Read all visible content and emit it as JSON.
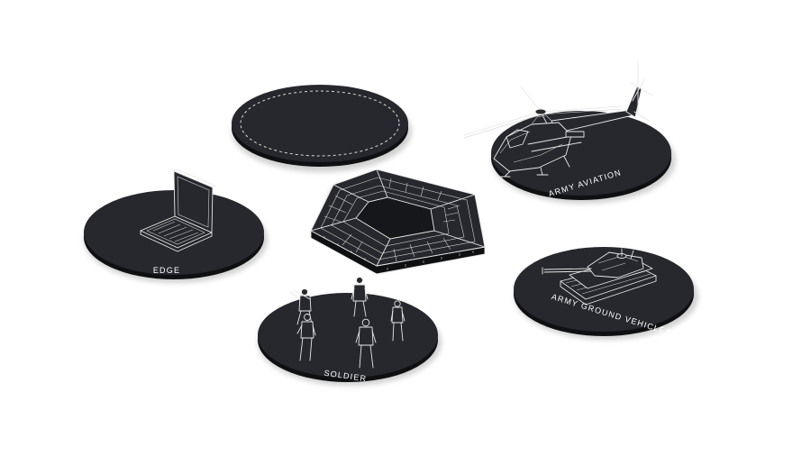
{
  "platforms": {
    "center": {
      "label": ""
    },
    "edge": {
      "label": "EDGE",
      "icon": "laptop-icon"
    },
    "soldier": {
      "label": "SOLDIER",
      "icon": "soldier-icon"
    },
    "aviation": {
      "label": "ARMY AVIATION",
      "icon": "helicopter-icon"
    },
    "ground": {
      "label": "ARMY GROUND VEHICLES",
      "icon": "tank-icon"
    },
    "empty": {
      "label": "",
      "icon": ""
    }
  },
  "colors": {
    "platform_top": "#26282d",
    "platform_side": "#0f1012",
    "line_art": "#e8e8e8",
    "background": "#ffffff"
  }
}
